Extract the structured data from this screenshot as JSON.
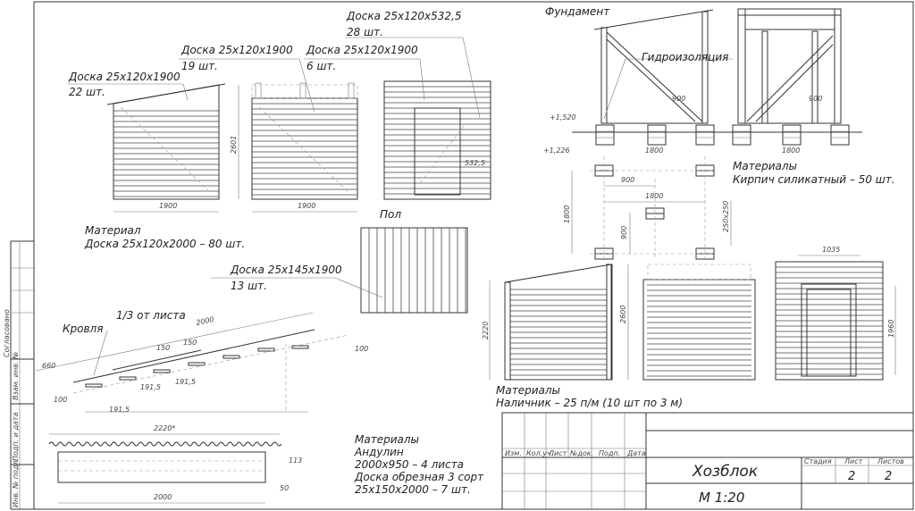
{
  "walls_top": {
    "side_label": "Доска 25х120х1900",
    "side_qty": "22 шт.",
    "back_label": "Доска 25х120х1900",
    "back_qty": "19 шт.",
    "front_label": "Доска 25х120х1900",
    "front_qty": "6 шт.",
    "door_label": "Доска 25х120х532,5",
    "door_qty": "28 шт.",
    "dim_width_1": "1900",
    "dim_width_2": "1900",
    "dim_height": "2601",
    "dim_door": "532,5",
    "material_title": "Материал",
    "material_text": "Доска 25х120х2000 – 80 шт."
  },
  "floor": {
    "title": "Пол",
    "label": "Доска 25х145х1900",
    "qty": "13 шт."
  },
  "roof": {
    "title": "Кровля",
    "overlap": "1/3 от листа",
    "dims": {
      "d2000": "2000",
      "d150a": "150",
      "d150b": "150",
      "d660": "660",
      "d100a": "100",
      "d100b": "100",
      "d1915a": "191,5",
      "d1915b": "191,5",
      "d1915c": "191,5",
      "d2220": "2220*",
      "d113": "113",
      "d50": "50",
      "d2000b": "2000"
    },
    "materials": [
      "Материалы",
      "Андулин",
      "2000х950 – 4 листа",
      "Доска обрезная 3 сорт",
      "25х150х2000 – 7 шт."
    ]
  },
  "foundation": {
    "title": "Фундамент",
    "waterproofing": "Гидроизоляция",
    "level_1": "+1,520",
    "level_2": "+1,226",
    "dims": {
      "d900a": "900",
      "d900b": "900",
      "d1800a": "1800",
      "d1800b": "1800",
      "d900c": "900",
      "d1800c": "1800",
      "d1800v": "1800",
      "d900v": "900",
      "d250": "250х250"
    },
    "materials_title": "Материалы",
    "materials_text": "Кирпич силикатный – 50 шт."
  },
  "walls_bottom": {
    "dim_2220": "2220",
    "dim_2600": "2600",
    "dim_1035": "1035",
    "dim_1960": "1960",
    "materials_title": "Материалы",
    "materials_text": "Наличник – 25 п/м (10 шт по 3 м)"
  },
  "title_block": {
    "columns": [
      "Изм.",
      "Кол.уч.",
      "Лист",
      "№док.",
      "Подп.",
      "Дата"
    ],
    "name": "Хозблок",
    "scale": "М 1:20",
    "stage_label": "Стадия",
    "sheet_label": "Лист",
    "sheets_label": "Листов",
    "sheet": "2",
    "sheets": "2"
  },
  "side_stamp": [
    "Согласовано",
    "Взам. инв. №",
    "Подп. и дата",
    "Инв. № подл."
  ]
}
